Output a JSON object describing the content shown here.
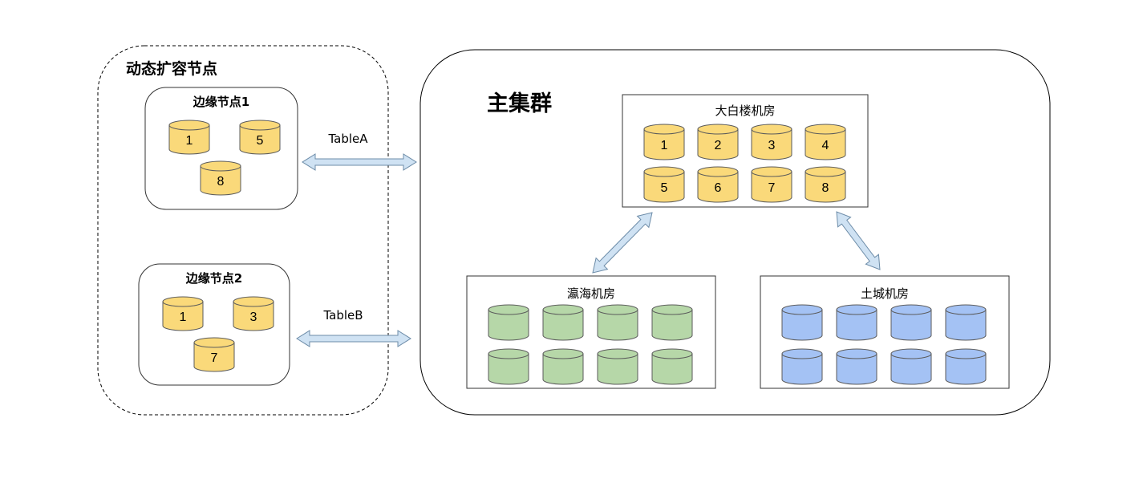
{
  "dynamic_group": {
    "title": "动态扩容节点",
    "edge_nodes": [
      {
        "title": "边缘节点1",
        "shards": [
          "1",
          "5",
          "8"
        ]
      },
      {
        "title": "边缘节点2",
        "shards": [
          "1",
          "3",
          "7"
        ]
      }
    ]
  },
  "main_cluster": {
    "title": "主集群",
    "rooms": [
      {
        "title": "大白楼机房",
        "shards": [
          "1",
          "2",
          "3",
          "4",
          "5",
          "6",
          "7",
          "8"
        ],
        "color": "#fad97a"
      },
      {
        "title": "瀛海机房",
        "shards": [
          "",
          "",
          "",
          "",
          "",
          "",
          "",
          ""
        ],
        "color": "#b6d7a8"
      },
      {
        "title": "土城机房",
        "shards": [
          "",
          "",
          "",
          "",
          "",
          "",
          "",
          ""
        ],
        "color": "#a4c2f4"
      }
    ]
  },
  "links": [
    {
      "label": "TableA"
    },
    {
      "label": "TableB"
    }
  ],
  "colors": {
    "edge_db": "#fad97a",
    "arrow_fill": "#cfe2f3",
    "arrow_stroke": "#6d8ca8",
    "db_stroke": "#5b5b5b"
  }
}
